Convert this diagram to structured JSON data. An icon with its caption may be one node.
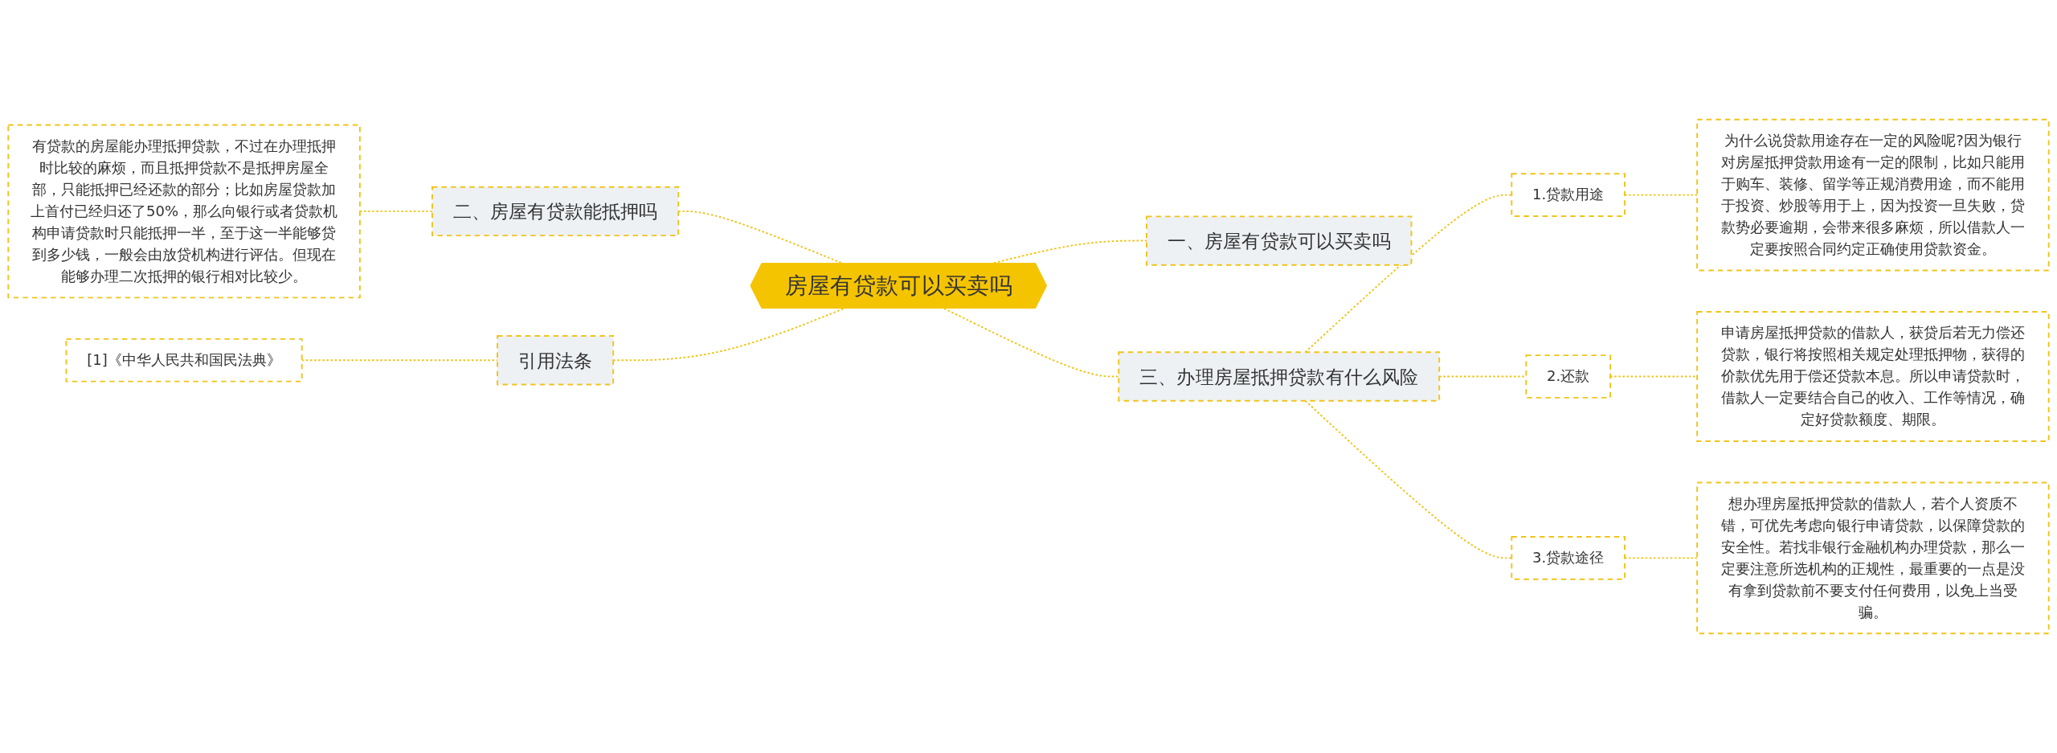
{
  "diagram": {
    "nodes": [
      {
        "text": [
          "房屋有贷款可以买卖吗"
        ]
      },
      {
        "text": [
          "一、房屋有贷款可以买卖吗"
        ]
      },
      {
        "text": [
          "二、房屋有贷款能抵押吗"
        ]
      },
      {
        "text": [
          "有贷款的房屋能办理抵押贷款，不过在办理抵押时比较的麻烦，而且抵押贷款不是抵押房屋全部，只能抵押已经还款的部分；比如房屋贷款加上首付已经归还了50%，那么向银行或者贷款机构申请贷款时只能抵押一半，至于这一半能够贷到多少钱，一般会由放贷机构进行评估。但现在能够办理二次抵押的银行相对比较少。"
        ]
      },
      {
        "text": [
          "三、办理房屋抵押贷款有什么风险"
        ]
      },
      {
        "text": [
          "1.贷款用途"
        ]
      },
      {
        "text": [
          "为什么说贷款用途存在一定的风险呢?因为银行对房屋抵押贷款用途有一定的限制，比如只能用于购车、装修、留学等正规消费用途，而不能用于投资、炒股等用于上，因为投资一旦失败，贷款势必要逾期，会带来很多麻烦，所以借款人一定要按照合同约定正确使用贷款资金。"
        ]
      },
      {
        "text": [
          "2.还款"
        ]
      },
      {
        "text": [
          "申请房屋抵押贷款的借款人，获贷后若无力偿还贷款，银行将按照相关规定处理抵押物，获得的价款优先用于偿还贷款本息。所以申请贷款时，借款人一定要结合自己的收入、工作等情况，确定好贷款额度、期限。"
        ]
      },
      {
        "text": [
          "3.贷款途径"
        ]
      },
      {
        "text": [
          "想办理房屋抵押贷款的借款人，若个人资质不错，可优先考虑向银行申请贷款，以保障贷款的安全性。若找非银行金融机构办理贷款，那么一定要注意所选机构的正规性，最重要的一点是没有拿到贷款前不要支付任何费用，以免上当受骗。"
        ]
      },
      {
        "text": [
          "引用法条"
        ]
      },
      {
        "text": [
          "[1]《中华人民共和国民法典》"
        ]
      }
    ],
    "edges": [
      {
        "from": 0,
        "to": 1,
        "arrow": "none",
        "style": "dashed"
      },
      {
        "from": 2,
        "to": 0,
        "arrow": "none",
        "style": "dashed"
      },
      {
        "from": 3,
        "to": 2,
        "arrow": "none",
        "style": "dashed"
      },
      {
        "from": 0,
        "to": 4,
        "arrow": "none",
        "style": "dashed"
      },
      {
        "from": 4,
        "to": 5,
        "arrow": "none",
        "style": "dashed"
      },
      {
        "from": 5,
        "to": 6,
        "arrow": "none",
        "style": "dashed"
      },
      {
        "from": 4,
        "to": 7,
        "arrow": "none",
        "style": "dashed"
      },
      {
        "from": 7,
        "to": 8,
        "arrow": "none",
        "style": "dashed"
      },
      {
        "from": 4,
        "to": 9,
        "arrow": "none",
        "style": "dashed"
      },
      {
        "from": 9,
        "to": 10,
        "arrow": "none",
        "style": "dashed"
      },
      {
        "from": 11,
        "to": 0,
        "arrow": "none",
        "style": "dashed"
      },
      {
        "from": 12,
        "to": 11,
        "arrow": "none",
        "style": "dashed"
      }
    ]
  }
}
